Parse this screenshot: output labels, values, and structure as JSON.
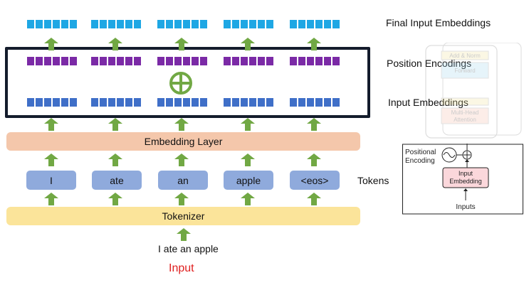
{
  "labels": {
    "final_input_embeddings": "Final Input Embeddings",
    "position_encodings": "Position Encodings",
    "input_embeddings": "Input Embeddings",
    "tokens": "Tokens",
    "embedding_layer": "Embedding Layer",
    "tokenizer": "Tokenizer",
    "input_sentence": "I ate an apple",
    "input": "Input"
  },
  "tokens": [
    "I",
    "ate",
    "an",
    "apple",
    "<eos>"
  ],
  "inset": {
    "add_norm": "Add & Norm",
    "feed_forward": "Forward",
    "multi_head": "Multi-Head",
    "attention": "Attention",
    "positional": "Positional",
    "encoding": "Encoding",
    "input_embedding_1": "Input",
    "input_embedding_2": "Embedding",
    "inputs": "Inputs"
  },
  "colors": {
    "final": "#1ea7e4",
    "position": "#7b2aa6",
    "input": "#3f6fc8",
    "arrow": "#71a844",
    "input_text": "#e02020"
  }
}
